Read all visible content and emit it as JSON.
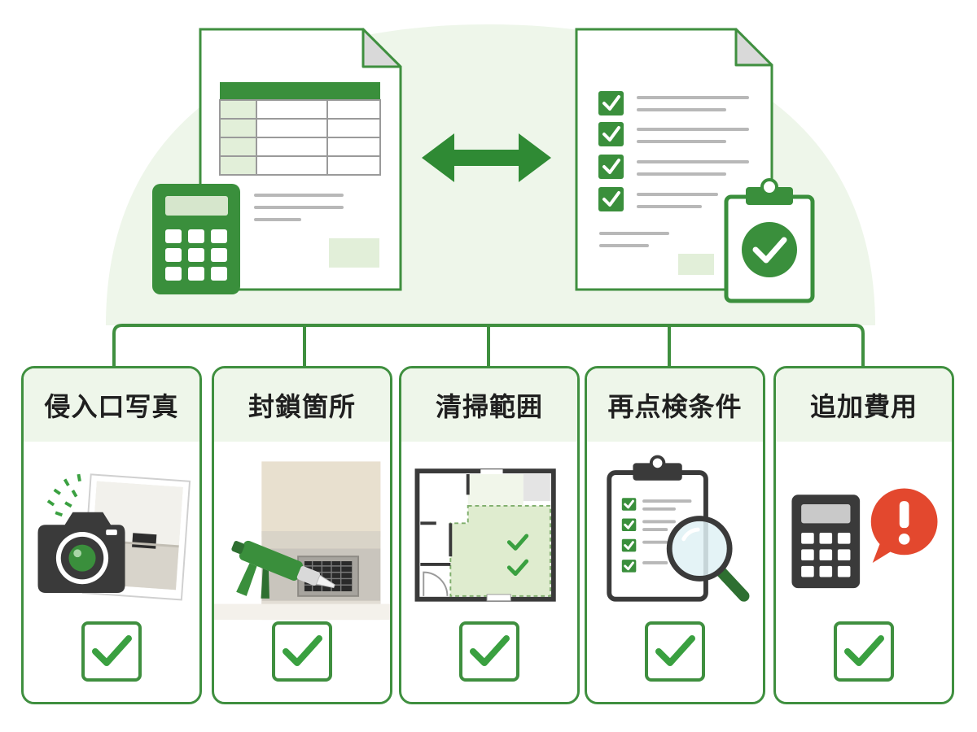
{
  "colors": {
    "brand_green": "#3f8f3f",
    "check_green": "#3aa040",
    "light_green": "#eef6ea",
    "alert_red": "#e3482e",
    "dark_gray": "#3a3a3a"
  },
  "top": {
    "left_document": {
      "icon": "spreadsheet-document-icon",
      "badge_icon": "calculator-icon"
    },
    "connector_icon": "double-arrow-icon",
    "right_document": {
      "icon": "checklist-document-icon",
      "badge_icon": "clipboard-check-icon"
    }
  },
  "cards": [
    {
      "title": "侵入口写真",
      "icon": "camera-photo-icon"
    },
    {
      "title": "封鎖箇所",
      "icon": "sealant-gun-vent-icon"
    },
    {
      "title": "清掃範囲",
      "icon": "floor-plan-icon"
    },
    {
      "title": "再点検条件",
      "icon": "clipboard-magnifier-icon"
    },
    {
      "title": "追加費用",
      "icon": "calculator-alert-icon"
    }
  ]
}
